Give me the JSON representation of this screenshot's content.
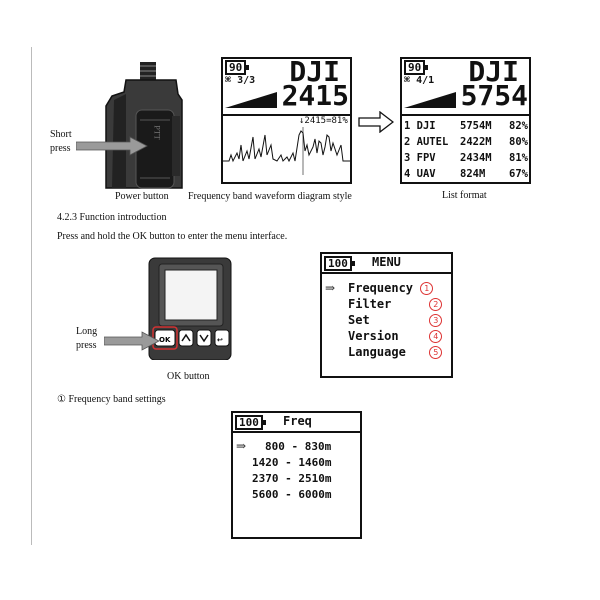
{
  "section1": {
    "short_press_label": [
      "Short",
      "press"
    ],
    "power_button_caption": "Power button",
    "waveform_caption": "Frequency band waveform diagram style",
    "list_caption": "List format",
    "device_key_text": "PTT",
    "waveform_screen": {
      "battery": "90",
      "page": "3/3",
      "brand": "DJI",
      "frequency": "2415",
      "marker": "2415=81%"
    },
    "list_screen": {
      "battery": "90",
      "page": "4/1",
      "brand": "DJI",
      "frequency": "5754",
      "rows": [
        {
          "idx": "1",
          "name": "DJI",
          "freq": "5754M",
          "pct": "82%"
        },
        {
          "idx": "2",
          "name": "AUTEL",
          "freq": "2422M",
          "pct": "80%"
        },
        {
          "idx": "3",
          "name": "FPV",
          "freq": "2434M",
          "pct": "81%"
        },
        {
          "idx": "4",
          "name": "UAV",
          "freq": "824M",
          "pct": "67%"
        }
      ]
    }
  },
  "section2": {
    "heading": "4.2.3 Function introduction",
    "instruction": "Press and hold the OK button to enter the menu interface.",
    "long_press_label": [
      "Long",
      "press"
    ],
    "ok_button_caption": "OK button",
    "menu_screen": {
      "battery": "100",
      "title": "MENU",
      "items": [
        {
          "label": "Frequency",
          "num": "1"
        },
        {
          "label": "Filter",
          "num": "2"
        },
        {
          "label": "Set",
          "num": "3"
        },
        {
          "label": "Version",
          "num": "4"
        },
        {
          "label": "Language",
          "num": "5"
        }
      ]
    }
  },
  "section3": {
    "heading": "① Frequency band settings",
    "freq_screen": {
      "battery": "100",
      "title": "Freq",
      "bands": [
        "800 - 830m",
        "1420 - 1460m",
        "2370 - 2510m",
        "5600 - 6000m"
      ]
    }
  },
  "colors": {
    "accent_red": "#d33333",
    "ink": "#111111"
  },
  "icons": [
    "arrow-right-icon",
    "battery-icon",
    "signal-ramp-icon",
    "pointer-arrow-icon"
  ]
}
